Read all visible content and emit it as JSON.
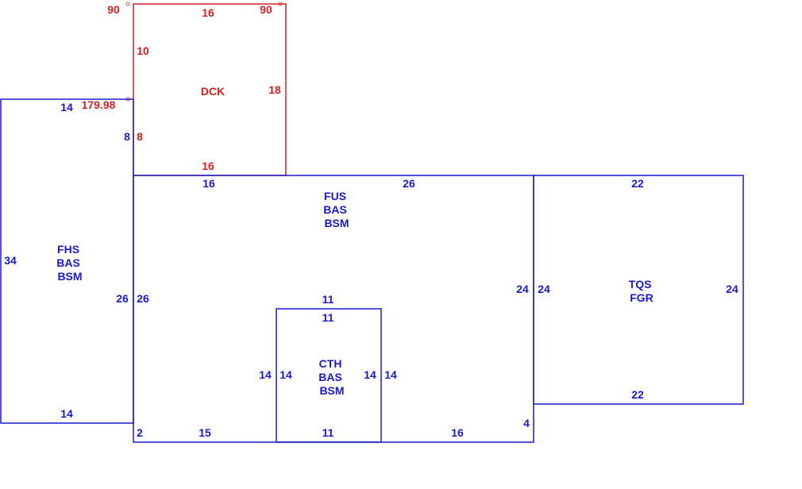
{
  "colors": {
    "blue": "#1a1acc",
    "red": "#d42020",
    "background": "#ffffff"
  },
  "deck": {
    "code": "DCK",
    "top": "16",
    "left": "10",
    "right": "18",
    "bottom": "16",
    "angle_left": "90",
    "angle_right": "90",
    "angle_corner": "179.98",
    "offset": "8"
  },
  "fhs": {
    "lines": [
      "FHS",
      "BAS",
      "BSM"
    ],
    "top": "14",
    "left": "34",
    "right_outer": "26",
    "bottom": "14",
    "right_upper": "8"
  },
  "fus": {
    "lines": [
      "FUS",
      "BAS",
      "BSM"
    ],
    "top_left": "16",
    "top_right": "26",
    "left": "26",
    "right": "24",
    "bottom_left": "15",
    "bottom_right": "16",
    "corner_left": "2",
    "corner_right": "4"
  },
  "cth": {
    "lines": [
      "CTH",
      "BAS",
      "BSM"
    ],
    "top_outer": "11",
    "top_inner": "11",
    "left_outer": "14",
    "left_inner": "14",
    "right_inner": "14",
    "right_outer": "14",
    "bottom": "11"
  },
  "tqs": {
    "lines": [
      "TQS",
      "FGR"
    ],
    "top": "22",
    "left": "24",
    "right": "24",
    "bottom": "22"
  }
}
